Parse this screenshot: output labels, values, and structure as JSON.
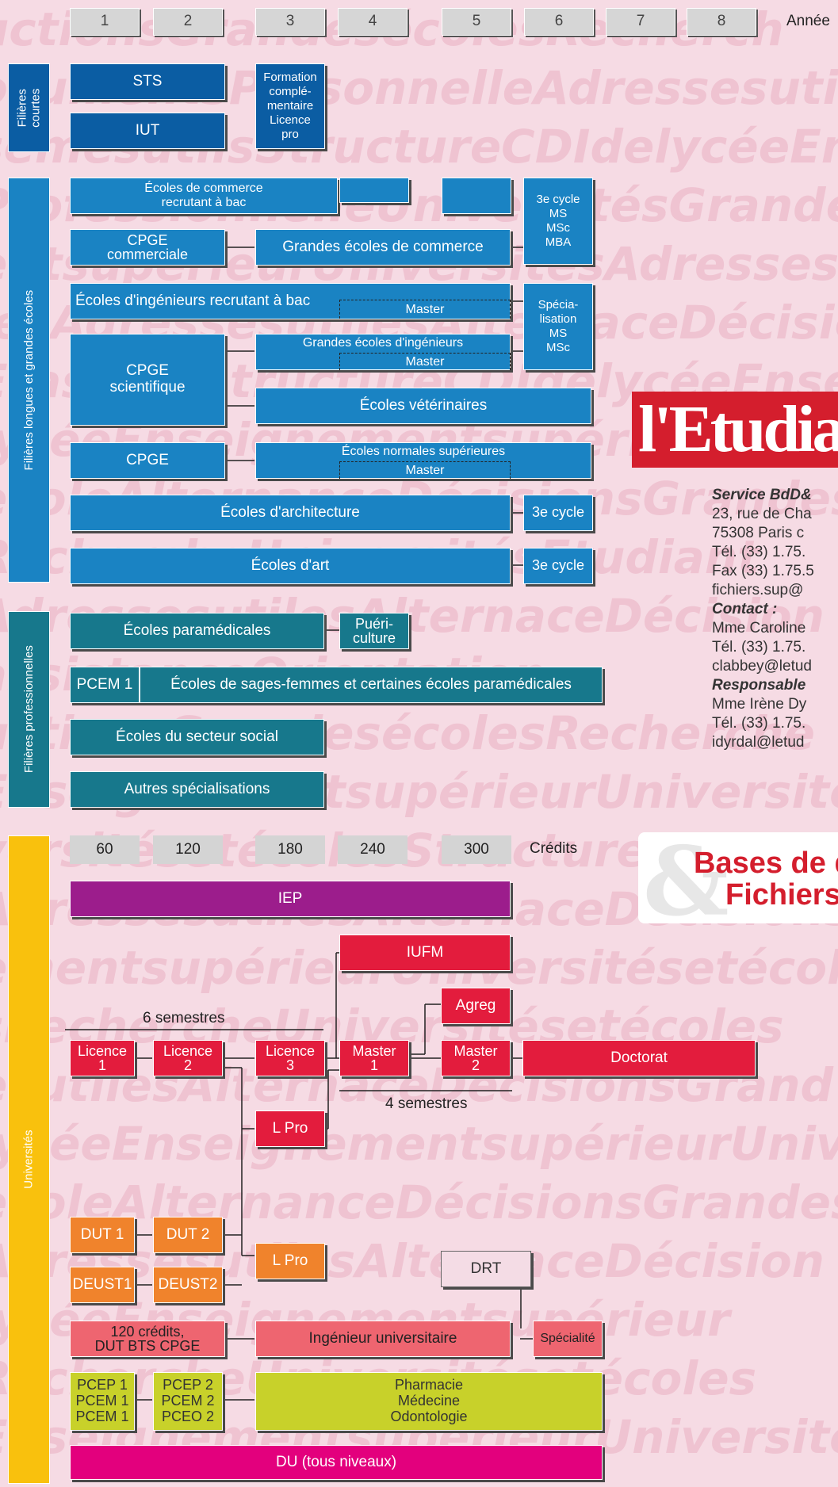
{
  "year_header": {
    "years": [
      "1",
      "2",
      "3",
      "4",
      "5",
      "6",
      "7",
      "8"
    ],
    "label": "Année"
  },
  "credits_header": {
    "values": [
      "60",
      "120",
      "180",
      "240",
      "300"
    ],
    "label": "Crédits"
  },
  "sections": {
    "courtes": "Filières\ncourtes",
    "longues": "Filières longues et grandes écoles",
    "pro": "Filières professionnelles",
    "univ": "Universités"
  },
  "courtes": {
    "sts": "STS",
    "iut": "IUT",
    "formation": "Formation\ncomplé-\nmentaire\nLicence\npro"
  },
  "longues": {
    "ecoles_commerce_bac": "Écoles de commerce\nrecrutant à bac",
    "troisieme_cycle_commerce": "3e cycle\nMS\nMSc\nMBA",
    "cpge_commerciale": "CPGE\ncommerciale",
    "grandes_ecoles_commerce": "Grandes écoles de commerce",
    "ecoles_ingenieurs_bac": "Écoles d'ingénieurs recrutant à bac",
    "master_1": "Master",
    "specialisation": "Spécia-\nlisation\nMS\nMSc",
    "cpge_scientifique": "CPGE\nscientifique",
    "grandes_ecoles_ingenieurs": "Grandes écoles d'ingénieurs",
    "master_2": "Master",
    "ecoles_veterinaires": "Écoles vétérinaires",
    "cpge": "CPGE",
    "ecoles_normales": "Écoles normales supérieures",
    "master_3": "Master",
    "ecoles_architecture": "Écoles d'architecture",
    "troisieme_cycle_archi": "3e cycle",
    "ecoles_art": "Écoles d'art",
    "troisieme_cycle_art": "3e cycle"
  },
  "pro": {
    "paramedicales": "Écoles paramédicales",
    "puericulture": "Puéri-\nculture",
    "pcem1": "PCEM 1",
    "sages_femmes": "Écoles de sages-femmes et certaines écoles paramédicales",
    "secteur_social": "Écoles du secteur social",
    "autres": "Autres spécialisations"
  },
  "univ": {
    "iep": "IEP",
    "iufm": "IUFM",
    "agreg": "Agreg",
    "six_semestres": "6 semestres",
    "licence1": "Licence\n1",
    "licence2": "Licence\n2",
    "licence3": "Licence\n3",
    "master1": "Master\n1",
    "master2": "Master\n2",
    "doctorat": "Doctorat",
    "quatre_semestres": "4 semestres",
    "lpro1": "L Pro",
    "dut1": "DUT 1",
    "dut2": "DUT 2",
    "deust1": "DEUST1",
    "deust2": "DEUST2",
    "lpro2": "L Pro",
    "drt": "DRT",
    "cent_vingt": "120 crédits,\nDUT BTS CPGE",
    "ingenieur_univ": "Ingénieur universitaire",
    "specialite": "Spécialité",
    "pcep_col1": "PCEP 1\nPCEM 1\nPCEM 1",
    "pcep_col2": "PCEP 2\nPCEM 2\nPCEO 2",
    "pharmacie": "Pharmacie\nMédecine\nOdontologie",
    "du": "DU (tous niveaux)"
  },
  "publisher": {
    "logo": "l'Etudiant",
    "service": "Service BdD&",
    "address1": "23, rue de Cha",
    "address2": "75308 Paris c",
    "tel": "Tél. (33) 1.75.",
    "fax": "Fax (33) 1.75.5",
    "email": "fichiers.sup@",
    "contact_h": "Contact :",
    "contact_name": "Mme Caroline",
    "contact_tel": "Tél. (33) 1.75.",
    "contact_email": "clabbey@letud",
    "resp_h": "Responsable",
    "resp_name": "Mme Irène Dy",
    "resp_tel": "Tél. (33) 1.75.",
    "resp_email": "idyrdal@letud",
    "logo2_line1": "Bases de d",
    "logo2_line2": "Fichiers"
  },
  "colors": {
    "dark_blue": "#0b5da3",
    "blue": "#1a83c3",
    "teal": "#17788c",
    "red": "#e31c3d",
    "orange": "#f0832c",
    "salmon": "#ee6570",
    "lime": "#c8d12a",
    "magenta": "#e3007d",
    "purple": "#9c1d8c",
    "yellow_bar": "#f9c10d"
  }
}
